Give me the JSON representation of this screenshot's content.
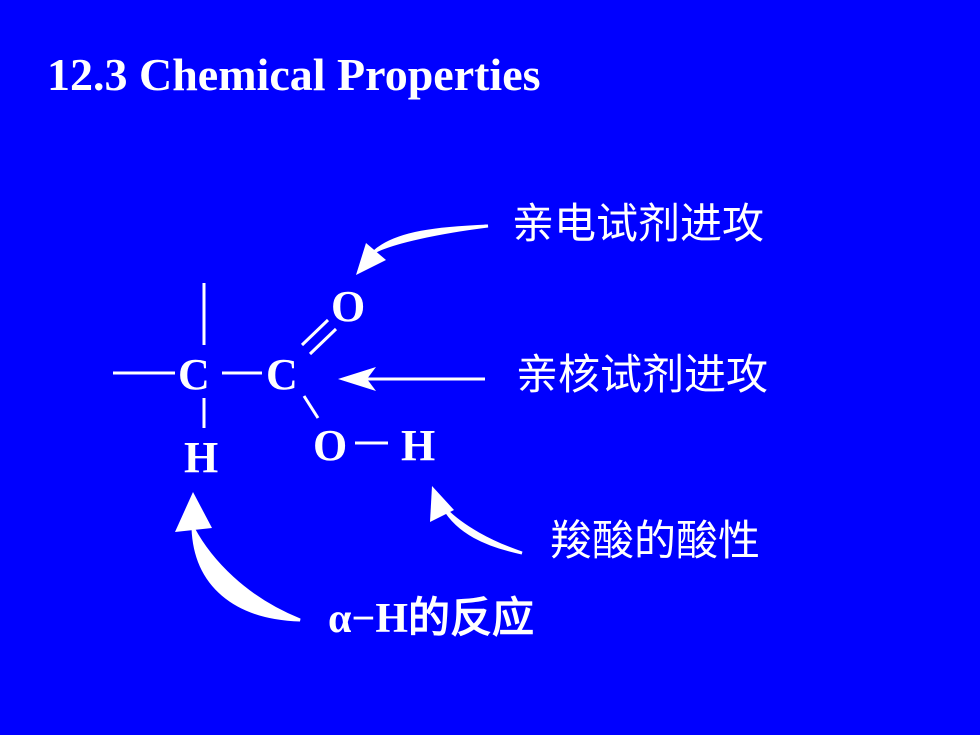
{
  "slide": {
    "title": "12.3 Chemical  Properties",
    "colors": {
      "background": "#0000FF",
      "foreground": "#FFFFFF"
    }
  },
  "molecule": {
    "atoms": {
      "c_alpha": "C",
      "c_carbonyl": "C",
      "o_carbonyl": "O",
      "o_hydroxyl": "O",
      "h_hydroxyl": "H",
      "h_alpha": "H"
    }
  },
  "annotations": {
    "electrophile_attack": "亲电试剂进攻",
    "nucleophile_attack": "亲核试剂进攻",
    "acidity": "羧酸的酸性",
    "alpha_h_reaction": "α−H的反应"
  }
}
